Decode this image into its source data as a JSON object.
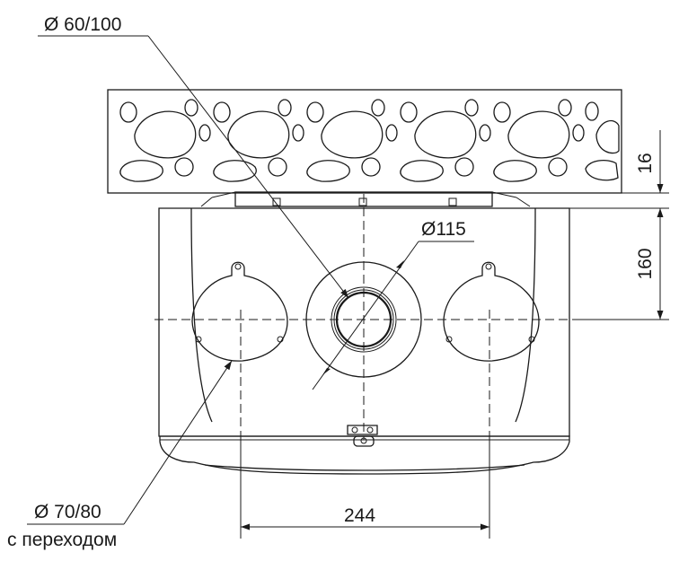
{
  "labels": {
    "diam_top": "Ø 60/100",
    "diam_center": "Ø115",
    "diam_side": "Ø 70/80",
    "side_note": "с переходом",
    "dim_bottom": "244",
    "dim_right_top": "16",
    "dim_right_mid": "160"
  }
}
